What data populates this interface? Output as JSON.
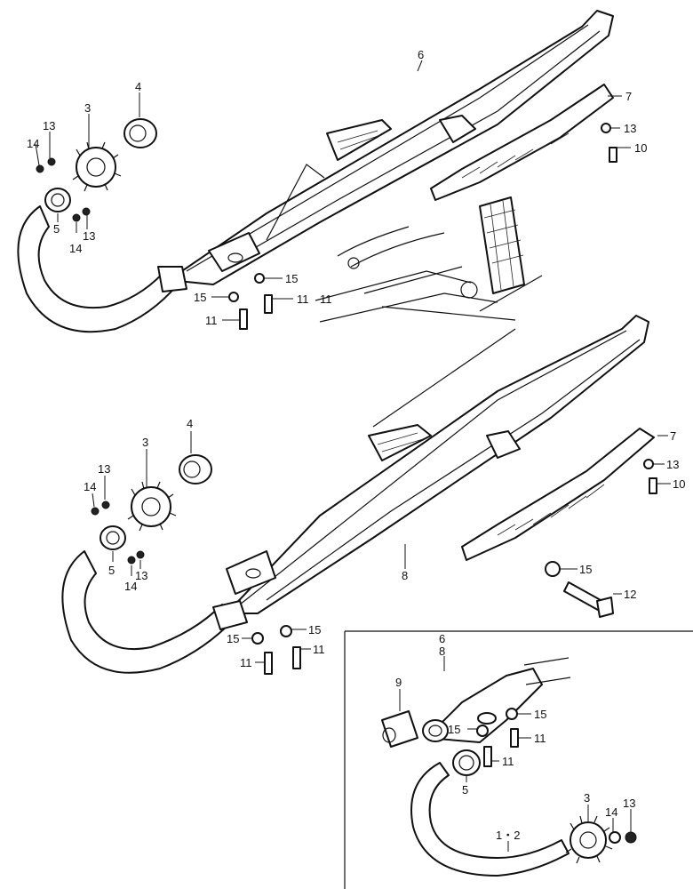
{
  "labels": {
    "top": {
      "muffler": "6",
      "pipe_cover": "7",
      "gasket": "13",
      "bolt_small": "10",
      "joint_nut": "4",
      "spring": "3",
      "nut_a": "14",
      "washer_a": "13",
      "collar": "5",
      "nut_b": "14",
      "washer_b": "13",
      "bolt_a": "11",
      "washer_c": "15",
      "washer_d": "15",
      "bolt_b": "11",
      "bolt_c": "11"
    },
    "middle": {
      "muffler": "8",
      "pipe_cover": "7",
      "gasket": "13",
      "bolt_small": "10",
      "joint_nut": "4",
      "spring": "3",
      "nut_a": "14",
      "washer_a": "13",
      "collar": "5",
      "nut_b": "14",
      "washer_b": "13",
      "washer_c": "15",
      "bolt_long": "12",
      "washer_d": "15",
      "bolt_a": "11",
      "washer_e": "15",
      "bolt_b": "11"
    },
    "inset": {
      "muffler_a": "6",
      "muffler_b": "8",
      "joint": "9",
      "washer_a": "15",
      "bolt_a": "11",
      "washer_b": "15",
      "bolt_b": "11",
      "collar": "5",
      "pipe": "1・2",
      "spring": "3",
      "nut": "14",
      "washer": "13"
    }
  }
}
